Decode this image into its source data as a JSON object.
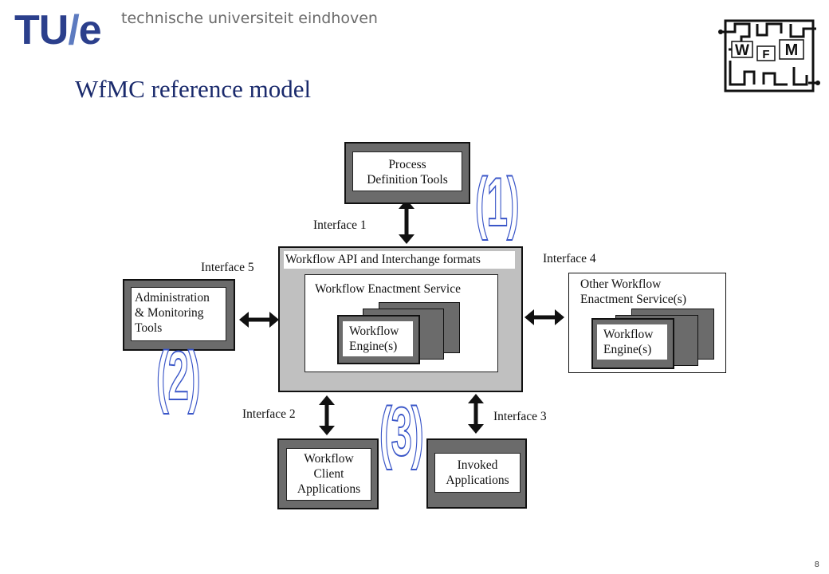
{
  "header": {
    "logo_tu": "TU",
    "logo_slash": "/",
    "logo_e": "e",
    "university": "technische universiteit eindhoven",
    "title": "WfMC reference model"
  },
  "wfm_logo": {
    "letters": [
      "W",
      "F",
      "M"
    ]
  },
  "diagram": {
    "process_tools": "Process\nDefinition Tools",
    "api_formats": "Workflow API and Interchange formats",
    "enactment_service": "Workflow Enactment Service",
    "engine": "Workflow\nEngine(s)",
    "admin_tools": "Administration\n& Monitoring\nTools",
    "other_service": "Other Workflow\nEnactment Service(s)",
    "other_engine": "Workflow\nEngine(s)",
    "client_apps": "Workflow\nClient\nApplications",
    "invoked_apps": "Invoked\nApplications",
    "interface1": "Interface 1",
    "interface2": "Interface 2",
    "interface3": "Interface 3",
    "interface4": "Interface 4",
    "interface5": "Interface 5",
    "marker1": "(1)",
    "marker2": "(2)",
    "marker3": "(3)"
  },
  "footer": {
    "page_number": "8"
  }
}
